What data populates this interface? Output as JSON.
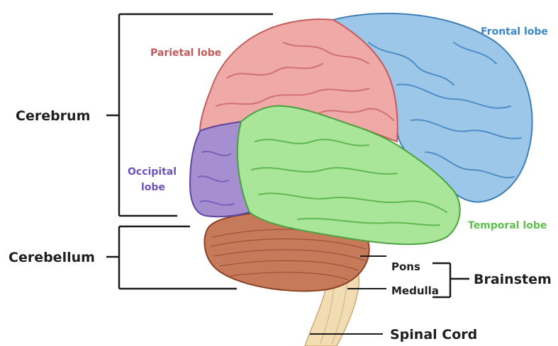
{
  "labels": {
    "cerebrum": "Cerebrum",
    "cerebellum": "Cerebellum",
    "parietal": "Parietal lobe",
    "frontal": "Frontal lobe",
    "occipital_line1": "Occipital",
    "occipital_line2": "lobe",
    "temporal": "Temporal lobe",
    "pons": "Pons",
    "medulla": "Medulla",
    "brainstem": "Brainstem",
    "spinal_cord": "Spinal Cord"
  },
  "colors": {
    "frontal": "#9cc7e8",
    "frontal_outline": "#3f7fb8",
    "parietal": "#efaaa8",
    "parietal_outline": "#c45b5b",
    "occipital": "#a58fd0",
    "occipital_outline": "#5d45a0",
    "temporal": "#a9e69a",
    "temporal_outline": "#4aa33e",
    "cerebellum": "#c67a5a",
    "cerebellum_outline": "#8a4126",
    "brainstem": "#f1dcb4",
    "label_parietal": "#c05a5a",
    "label_frontal": "#3b86c9",
    "label_occipital": "#6e53b8",
    "label_temporal": "#5fbf4c",
    "label_dark": "#1f1f1f"
  }
}
